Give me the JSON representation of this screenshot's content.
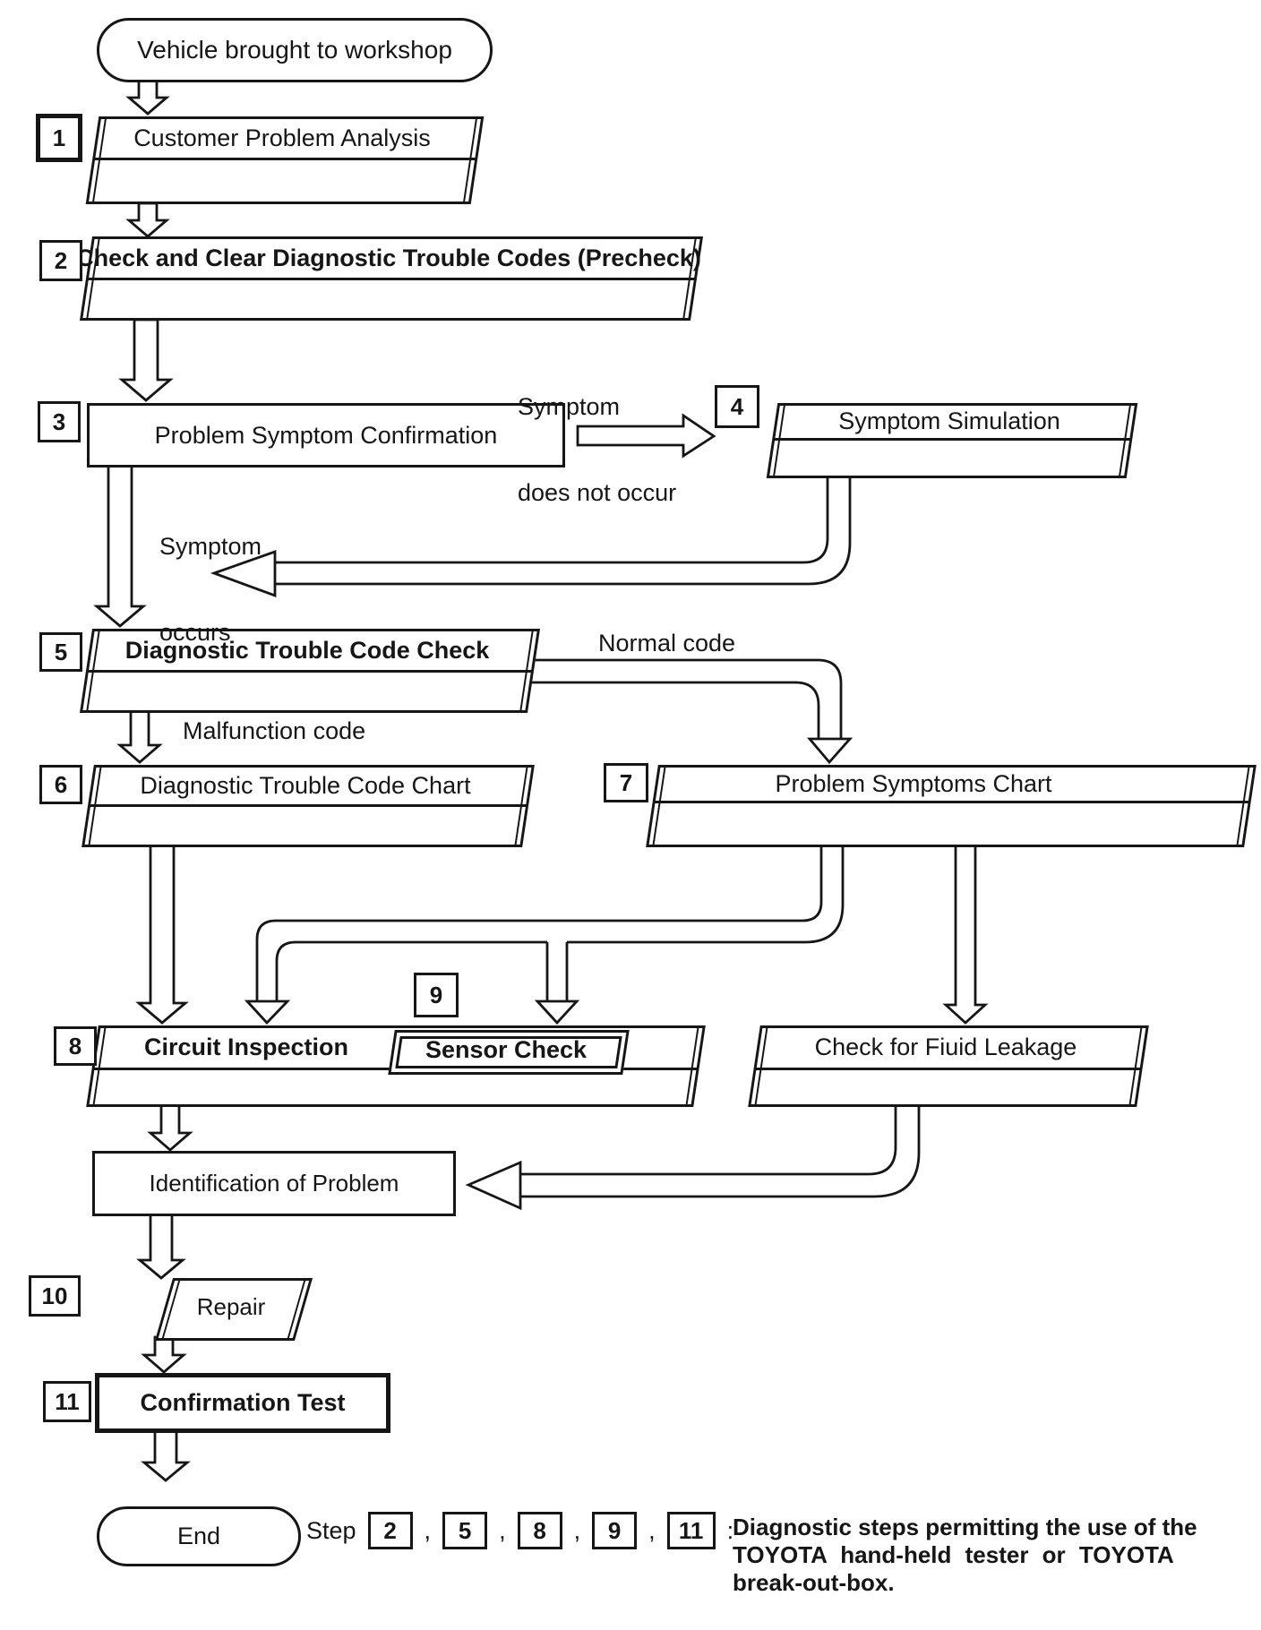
{
  "flow": {
    "start_label": "Vehicle brought to workshop",
    "end_label": "End",
    "steps": {
      "s1": {
        "num": "1",
        "label": "Customer Problem Analysis"
      },
      "s2": {
        "num": "2",
        "label": "Check and Clear Diagnostic Trouble Codes (Precheck)"
      },
      "s3": {
        "num": "3",
        "label": "Problem Symptom Confirmation"
      },
      "s4": {
        "num": "4",
        "label": "Symptom Simulation"
      },
      "s5": {
        "num": "5",
        "label": "Diagnostic Trouble Code Check"
      },
      "s6": {
        "num": "6",
        "label": "Diagnostic Trouble Code Chart"
      },
      "s7": {
        "num": "7",
        "label": "Problem Symptoms Chart"
      },
      "s8": {
        "num": "8",
        "label": "Circuit Inspection"
      },
      "s9": {
        "num": "9",
        "label": "Sensor Check"
      },
      "s10": {
        "num": "10",
        "label": "Repair"
      },
      "s11": {
        "num": "11",
        "label": "Confirmation Test"
      }
    },
    "other_nodes": {
      "fluid_leakage": {
        "label": "Check for Fiuid Leakage"
      },
      "identification": {
        "label": "Identification of Problem"
      }
    },
    "edge_labels": {
      "symptom_not_line1": "Symptom",
      "symptom_not_line2": "does not occur",
      "symptom_occurs_line1": "Symptom",
      "symptom_occurs_line2": "occurs",
      "normal_code": "Normal code",
      "malfunction_code": "Malfunction code"
    }
  },
  "footer": {
    "step_word": "Step",
    "steps": [
      "2",
      "5",
      "8",
      "9",
      "11"
    ],
    "comma": ",",
    "colon": ":",
    "desc_lines": [
      "Diagnostic steps permitting the use of the",
      "TOYOTA hand-held tester or TOYOTA",
      "break-out-box."
    ]
  },
  "colors": {
    "ink": "#161616",
    "background": "#ffffff"
  }
}
